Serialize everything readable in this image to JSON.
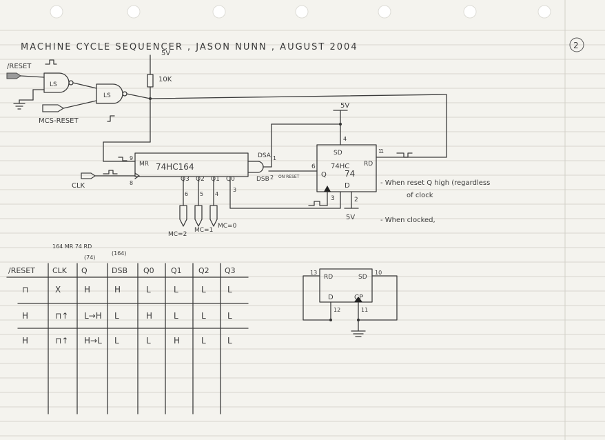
{
  "title": "MACHINE CYCLE SEQUENCER , JASON NUNN , AUGUST 2004",
  "page_number": "2",
  "supply": {
    "top": "5V",
    "resistor": "10K",
    "ff_top": "5V",
    "ff_bottom": "5V"
  },
  "signals": {
    "reset": "/RESET",
    "mcs_reset": "MCS-RESET",
    "clk": "CLK",
    "mr": "MR",
    "mc2": "MC=2",
    "mc1": "MC=1",
    "mc0": "MC=0",
    "dsa": "DSA",
    "dsb": "DSB",
    "on_reset": "ON RESET"
  },
  "gates": {
    "g1": "LS",
    "g2": "LS"
  },
  "shift_register": {
    "label": "74HC164",
    "pins": {
      "mr": "9",
      "clk": "8",
      "q3": "6",
      "q2": "5",
      "q1": "4",
      "q0": "3",
      "dsa": "1",
      "dsb": "2"
    },
    "outputs": [
      "Q3",
      "Q2",
      "Q1",
      "Q0"
    ]
  },
  "flip_flop": {
    "label1": "74HC",
    "label2": "74",
    "sd": "SD",
    "rd": "RD",
    "qbar": "Q",
    "d": "D",
    "pins": {
      "sd": "4",
      "rd": "1",
      "qbar": "6",
      "cp": "3",
      "d": "2"
    }
  },
  "notes": [
    "- When reset Q high (regardless",
    "of clock",
    "- When clocked,"
  ],
  "truth_table": {
    "pre_header": [
      "164 MR 74 RD",
      "(74)",
      "(164)"
    ],
    "headers": [
      "/RESET",
      "CLK",
      "Q",
      "DSB",
      "Q0",
      "Q1",
      "Q2",
      "Q3"
    ],
    "rows": [
      [
        "⊓",
        "X",
        "H",
        "H",
        "L",
        "L",
        "L",
        "L"
      ],
      [
        "H",
        "⊓↑",
        "L→H",
        "L",
        "H",
        "L",
        "L",
        "L"
      ],
      [
        "H",
        "⊓↑",
        "H→L",
        "L",
        "L",
        "H",
        "L",
        "L"
      ]
    ]
  },
  "small_ff": {
    "rd": "RD",
    "sd": "SD",
    "d": "D",
    "cp": "CP",
    "p13": "13",
    "p10": "10",
    "p12": "12",
    "p11": "11"
  }
}
